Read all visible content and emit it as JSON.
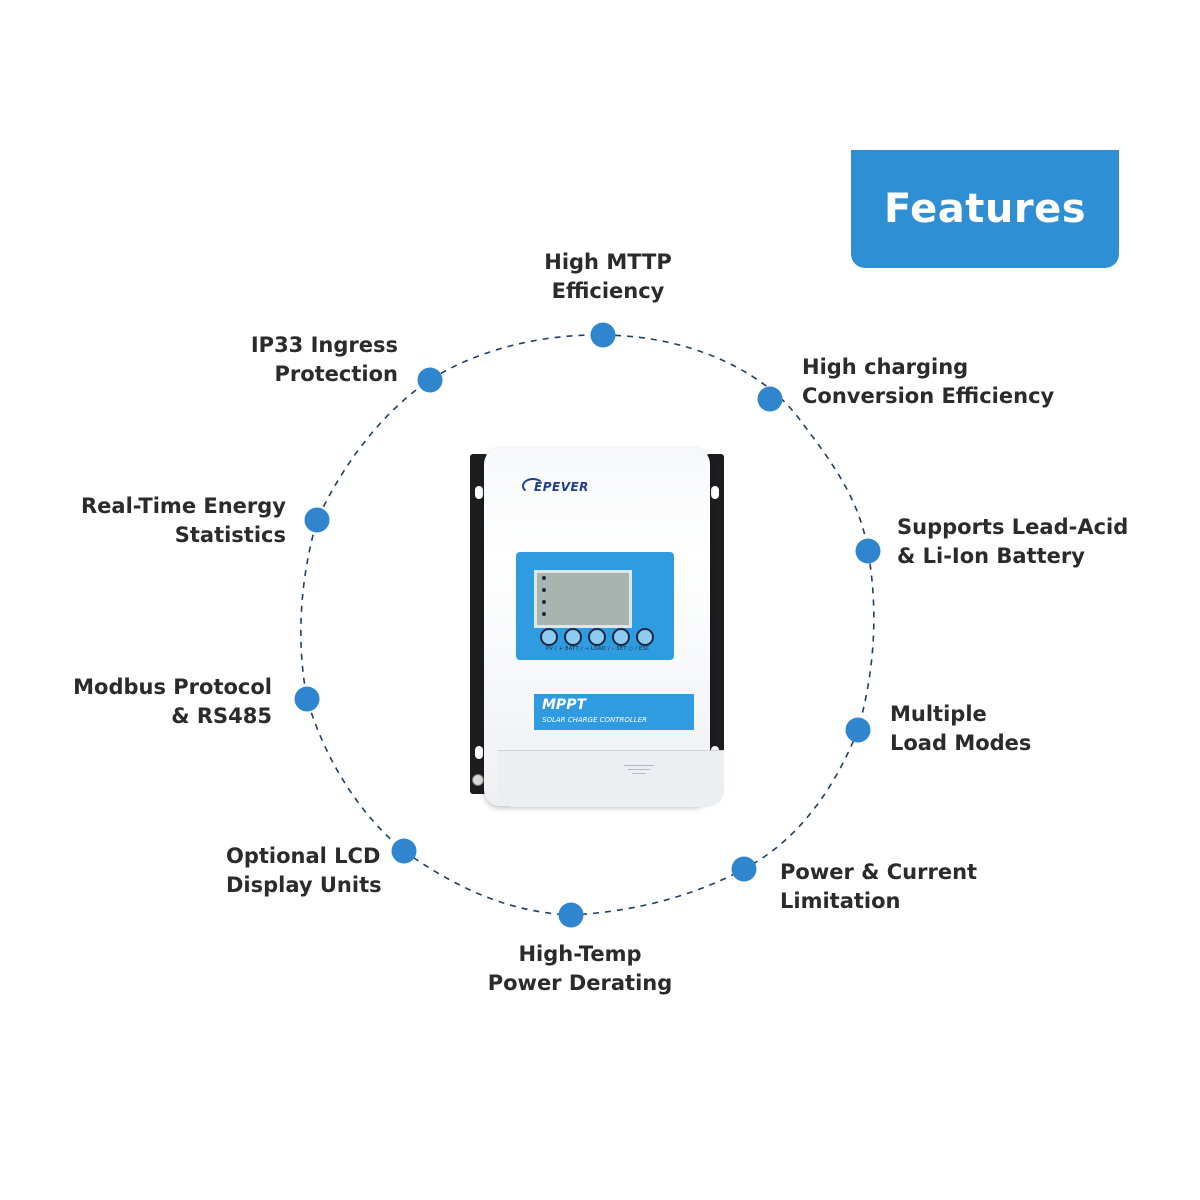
{
  "header": {
    "title": "Features"
  },
  "features": [
    {
      "id": "mttp",
      "lines": [
        "High MTTP",
        "Efficiency"
      ]
    },
    {
      "id": "charging",
      "lines": [
        "High charging",
        "Conversion Efficiency"
      ]
    },
    {
      "id": "battery",
      "lines": [
        "Supports Lead-Acid",
        "& Li-Ion Battery"
      ]
    },
    {
      "id": "load",
      "lines": [
        "Multiple",
        "Load Modes"
      ]
    },
    {
      "id": "limit",
      "lines": [
        "Power & Current",
        "Limitation"
      ]
    },
    {
      "id": "derating",
      "lines": [
        "High-Temp",
        "Power Derating"
      ]
    },
    {
      "id": "lcd",
      "lines": [
        "Optional LCD",
        "Display Units"
      ]
    },
    {
      "id": "modbus",
      "lines": [
        "Modbus Protocol",
        "& RS485"
      ]
    },
    {
      "id": "stats",
      "lines": [
        "Real-Time Energy",
        "Statistics"
      ]
    },
    {
      "id": "ip33",
      "lines": [
        "IP33 Ingress",
        "Protection"
      ]
    }
  ],
  "device": {
    "brand": "EPEVER",
    "button_labels": "PV / +      BATT / →     LOAD / –      SET      ○ / ESC",
    "band_title": "MPPT",
    "band_subtitle": "SOLAR CHARGE CONTROLLER"
  },
  "colors": {
    "accent": "#2f8fd4",
    "dot": "#2f86cf",
    "ring": "#1e3d6b",
    "text": "#2b2b2b"
  }
}
